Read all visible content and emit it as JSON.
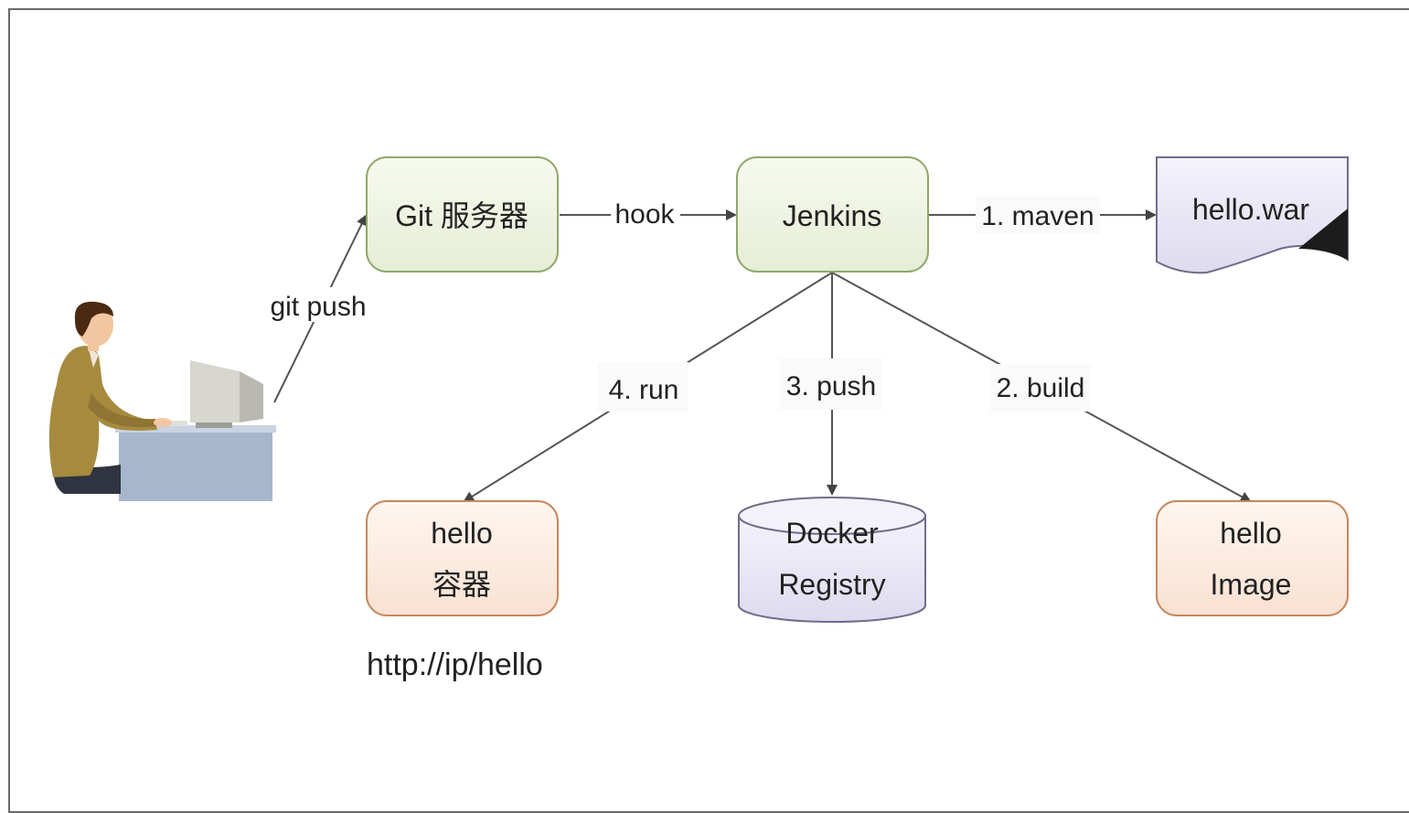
{
  "nodes": {
    "git_server": "Git 服务器",
    "jenkins": "Jenkins",
    "war_file": "hello.war",
    "container": {
      "line1": "hello",
      "line2": "容器"
    },
    "registry": {
      "line1": "Docker",
      "line2": "Registry"
    },
    "image": {
      "line1": "hello",
      "line2": "Image"
    }
  },
  "edges": {
    "git_push": "git push",
    "hook": "hook",
    "maven": "1. maven",
    "build": "2. build",
    "push": "3. push",
    "run": "4. run"
  },
  "url": "http://ip/hello",
  "colors": {
    "green_fill": "#eef3e2",
    "green_stroke": "#8fa86a",
    "orange_fill": "#fbeadf",
    "orange_stroke": "#c8875b",
    "purple_fill": "#e9e8f4",
    "purple_stroke": "#6f6c8c",
    "line": "#555555"
  }
}
